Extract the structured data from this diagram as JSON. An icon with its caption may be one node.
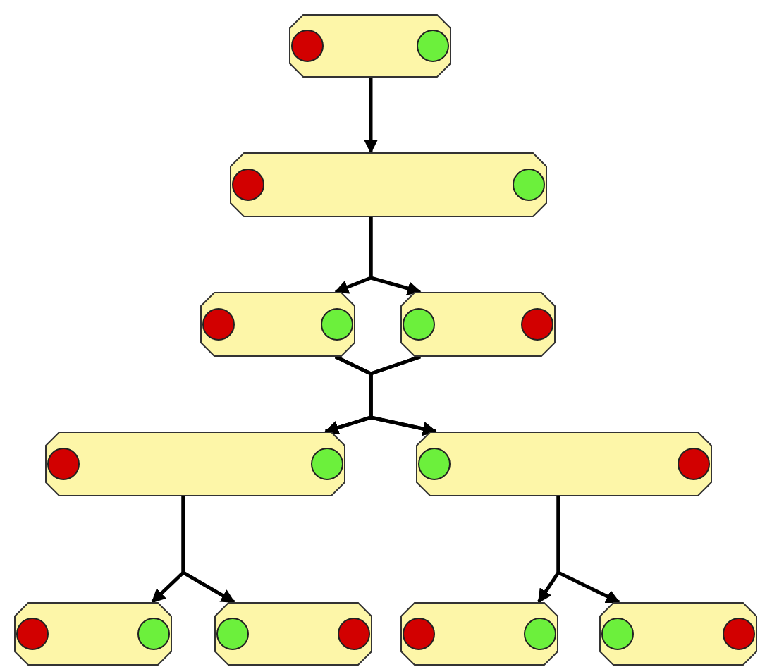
{
  "diagram": {
    "nodes": [
      {
        "text": [],
        "shape": "bar"
      },
      {
        "text": [],
        "shape": "bar"
      },
      {
        "text": [],
        "shape": "bar"
      },
      {
        "text": [],
        "shape": "bar"
      },
      {
        "text": [],
        "shape": "bar"
      },
      {
        "text": [],
        "shape": "bar"
      },
      {
        "text": [],
        "shape": "bar"
      },
      {
        "text": [],
        "shape": "bar"
      },
      {
        "text": [],
        "shape": "bar"
      },
      {
        "text": [],
        "shape": "bar"
      }
    ],
    "edges": [
      {
        "from": 0,
        "to": 1,
        "arrow": "to"
      },
      {
        "from": 1,
        "to": 2,
        "arrow": "to"
      },
      {
        "from": 1,
        "to": 3,
        "arrow": "to"
      },
      {
        "from": 2,
        "to": 4,
        "arrow": "to"
      },
      {
        "from": 2,
        "to": 5,
        "arrow": "to"
      },
      {
        "from": 3,
        "to": 4,
        "arrow": "to"
      },
      {
        "from": 3,
        "to": 5,
        "arrow": "to"
      },
      {
        "from": 4,
        "to": 6,
        "arrow": "to"
      },
      {
        "from": 4,
        "to": 7,
        "arrow": "to"
      },
      {
        "from": 5,
        "to": 8,
        "arrow": "to"
      },
      {
        "from": 5,
        "to": 9,
        "arrow": "to"
      }
    ]
  }
}
